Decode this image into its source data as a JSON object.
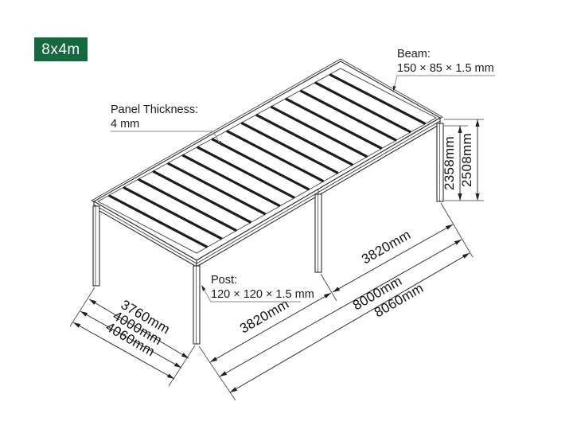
{
  "badge": {
    "label": "8x4m"
  },
  "colors": {
    "badge_bg": "#15693e",
    "badge_fg": "#ffffff",
    "line": "#2d2d2d",
    "dim_text": "#111111"
  },
  "callouts": {
    "panel_thickness": {
      "title": "Panel Thickness:",
      "value": "4 mm"
    },
    "beam": {
      "title": "Beam:",
      "value": "150 × 85 × 1.5 mm"
    },
    "post": {
      "title": "Post:",
      "value": "120 × 120 × 1.5 mm"
    }
  },
  "dimensions": {
    "width_side": [
      "3760mm",
      "4000mm",
      "4060mm"
    ],
    "length_side": [
      "3820mm",
      "3820mm",
      "8000mm",
      "8060mm"
    ],
    "heights": [
      "2358mm",
      "2508mm"
    ]
  }
}
